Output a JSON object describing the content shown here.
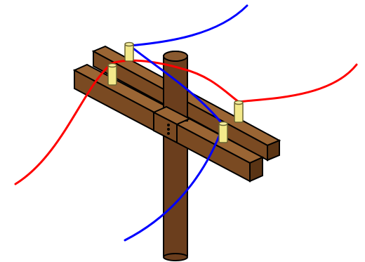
{
  "colors": {
    "wood_front": "#7a4a22",
    "wood_top": "#9a6534",
    "wood_side": "#5a3414",
    "wood_outline": "#000000",
    "pole": "#6b3e1d",
    "pole_top": "#8a5a30",
    "insulator": "#f3e98a",
    "insulator_outline": "#6b6430",
    "wire_red": "#ff0000",
    "wire_blue": "#0000ff",
    "bolt": "#000000"
  },
  "parts": {
    "pole": "vertical-wooden-pole",
    "crossarms": "two-parallel-wooden-crossarms",
    "insulators": "four-yellow-insulators",
    "wires": "red-and-blue-power-lines"
  }
}
